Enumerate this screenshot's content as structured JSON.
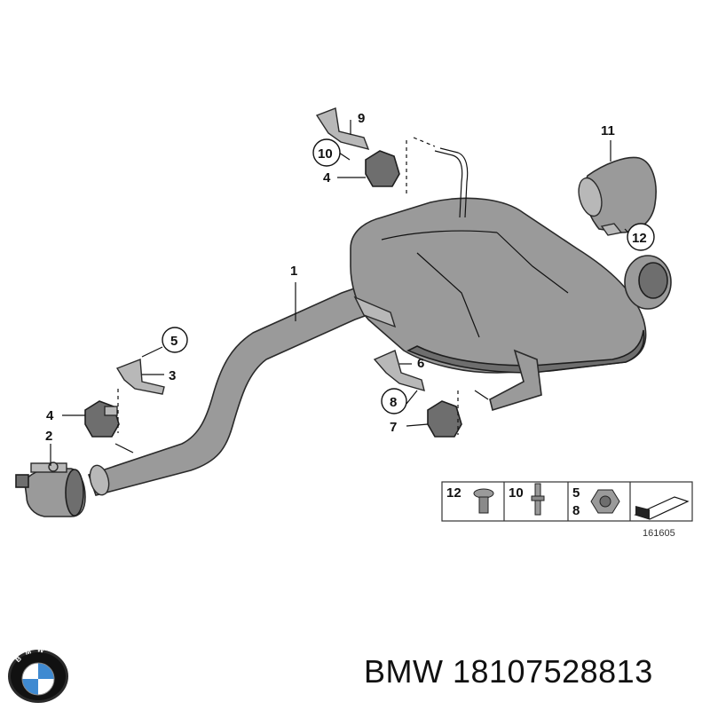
{
  "callouts": {
    "c1": "1",
    "c2": "2",
    "c3": "3",
    "c4a": "4",
    "c4b": "4",
    "c5": "5",
    "c6": "6",
    "c7": "7",
    "c8": "8",
    "c9": "9",
    "c10": "10",
    "c11": "11",
    "c12": "12"
  },
  "legend": {
    "items": [
      {
        "labels": [
          "12"
        ],
        "icon": "flat-head-screw-icon"
      },
      {
        "labels": [
          "10"
        ],
        "icon": "stud-bolt-icon"
      },
      {
        "labels": [
          "5",
          "8"
        ],
        "icon": "hex-nut-icon"
      },
      {
        "labels": [],
        "icon": "gasket-strip-icon"
      }
    ],
    "figure_id": "161605"
  },
  "logo": {
    "brand_lettering": "BMW",
    "icon": "bmw-roundel-logo"
  },
  "caption": "BMW 18107528813",
  "colors": {
    "part_fill": "#9a9a9a",
    "part_dark": "#6e6e6e",
    "outline": "#2a2a2a",
    "bmw_blue": "#3f8ad1"
  }
}
